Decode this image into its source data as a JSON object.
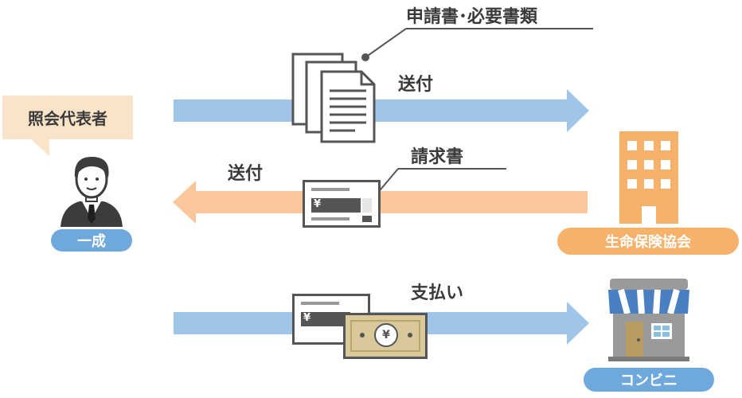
{
  "inquirer": {
    "bubble_label": "照会代表者",
    "name_label": "一成",
    "icon": "businessman-icon"
  },
  "association": {
    "label": "生命保険協会",
    "icon": "office-building-icon"
  },
  "store": {
    "label": "コンビニ",
    "icon": "convenience-store-icon"
  },
  "flows": [
    {
      "label": "送付",
      "note": "申請書･必要書類",
      "direction": "inquirer-to-association",
      "icon": "documents-icon"
    },
    {
      "label": "送付",
      "note": "請求書",
      "direction": "association-to-inquirer",
      "icon": "invoice-icon"
    },
    {
      "label": "支払い",
      "direction": "inquirer-to-store",
      "icon": "payment-icon"
    }
  ],
  "symbols": {
    "yen": "¥"
  },
  "colors": {
    "blue_arrow": "#9fc5e8",
    "orange_arrow": "#f9c79b",
    "inquirer_pill": "#6fa8dc",
    "association_pill": "#f6b26b",
    "store_pill": "#6fa8dc",
    "bubble": "#f9e4c8",
    "building": "#f6b26b",
    "store_awning": "#4a7fc1",
    "bill": "#d9c89a"
  }
}
